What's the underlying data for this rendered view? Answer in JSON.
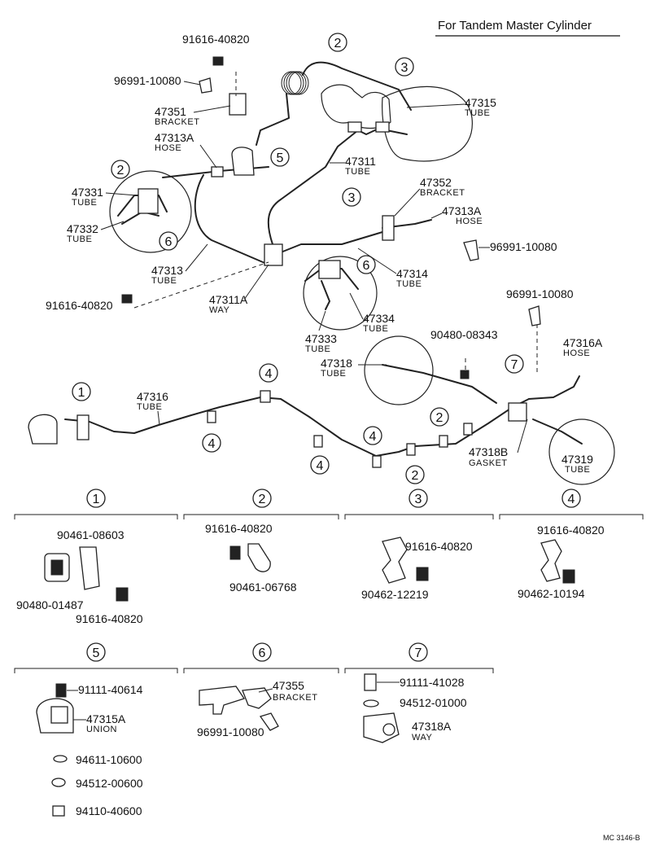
{
  "header": {
    "title": "For Tandem Master Cylinder"
  },
  "footer": {
    "ref": "MC 3146-B"
  },
  "callouts": [
    "1",
    "2",
    "3",
    "4",
    "5",
    "6",
    "7"
  ],
  "labels": {
    "p9161640820": "91616-40820",
    "p9699110080": "96991-10080",
    "p47351": "47351",
    "p47313A": "47313A",
    "p47331": "47331",
    "p47332": "47332",
    "p47313": "47313",
    "p47311": "47311",
    "p47311A": "47311A",
    "p47315": "47315",
    "p47352": "47352",
    "p47314": "47314",
    "p47333": "47333",
    "p47334": "47334",
    "p9048008343": "90480-08343",
    "p47316A": "47316A",
    "p47318": "47318",
    "p47316": "47316",
    "p47318B": "47318B",
    "p47319": "47319",
    "p9046108603": "90461-08603",
    "p9048001487": "90480-01487",
    "p9046106768": "90461-06768",
    "p9046212219": "90462-12219",
    "p9046210194": "90462-10194",
    "p9111140614": "91111-40614",
    "p47315A": "47315A",
    "p9461110600": "94611-10600",
    "p9451200600": "94512-00600",
    "p9411040600": "94110-40600",
    "p47355": "47355",
    "p9111141028": "91111-41028",
    "p9451201000": "94512-01000",
    "p47318A": "47318A"
  },
  "subs": {
    "bracket": "BRACKET",
    "hose": "HOSE",
    "tube": "TUBE",
    "way": "WAY",
    "gasket": "GASKET",
    "union": "UNION"
  }
}
